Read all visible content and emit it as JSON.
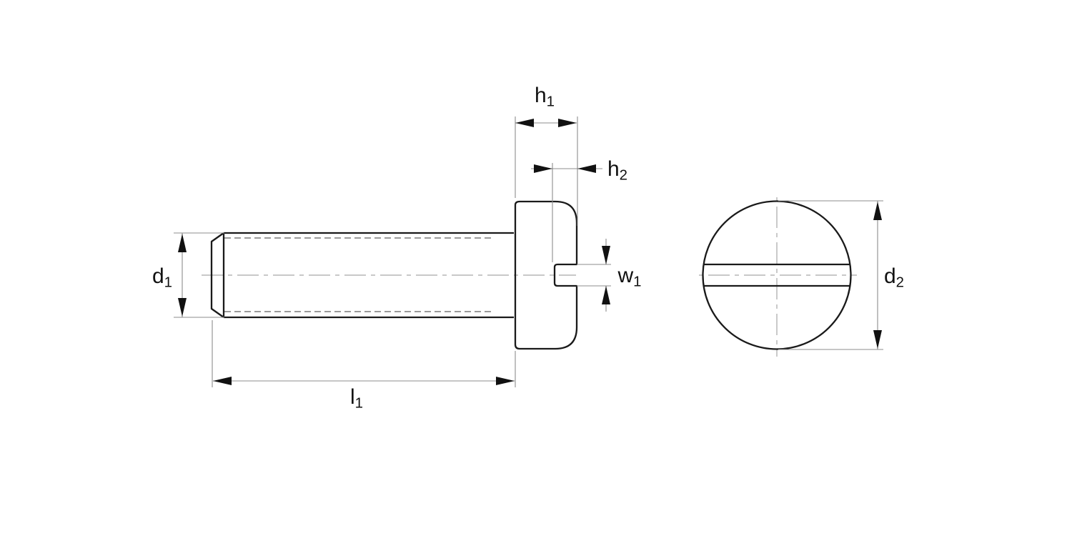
{
  "drawing": {
    "background": "#ffffff",
    "colors": {
      "background": "#ffffff",
      "object-line": "#1a1a1a",
      "dimension-line": "#8c8c8c",
      "hidden-line": "#7a7a7a",
      "center-line": "#a6a6a6",
      "arrow": "#111111",
      "text": "#111111"
    },
    "labels": {
      "h1": {
        "base": "h",
        "sub": "1"
      },
      "h2": {
        "base": "h",
        "sub": "2"
      },
      "w1": {
        "base": "w",
        "sub": "1"
      },
      "d1": {
        "base": "d",
        "sub": "1"
      },
      "d2": {
        "base": "d",
        "sub": "2"
      },
      "l1": {
        "base": "l",
        "sub": "1"
      }
    }
  }
}
